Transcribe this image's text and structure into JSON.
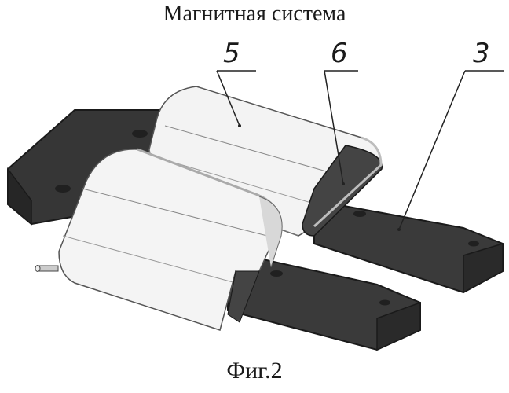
{
  "title": "Магнитная система",
  "caption": "Фиг.2",
  "callouts": [
    "5",
    "6",
    "3"
  ],
  "colors": {
    "dark_part": "#333333",
    "dark_edge": "#1a1a1a",
    "coil_light": "#f4f4f4",
    "coil_shade": "#dcdcdc",
    "line": "#222222"
  }
}
